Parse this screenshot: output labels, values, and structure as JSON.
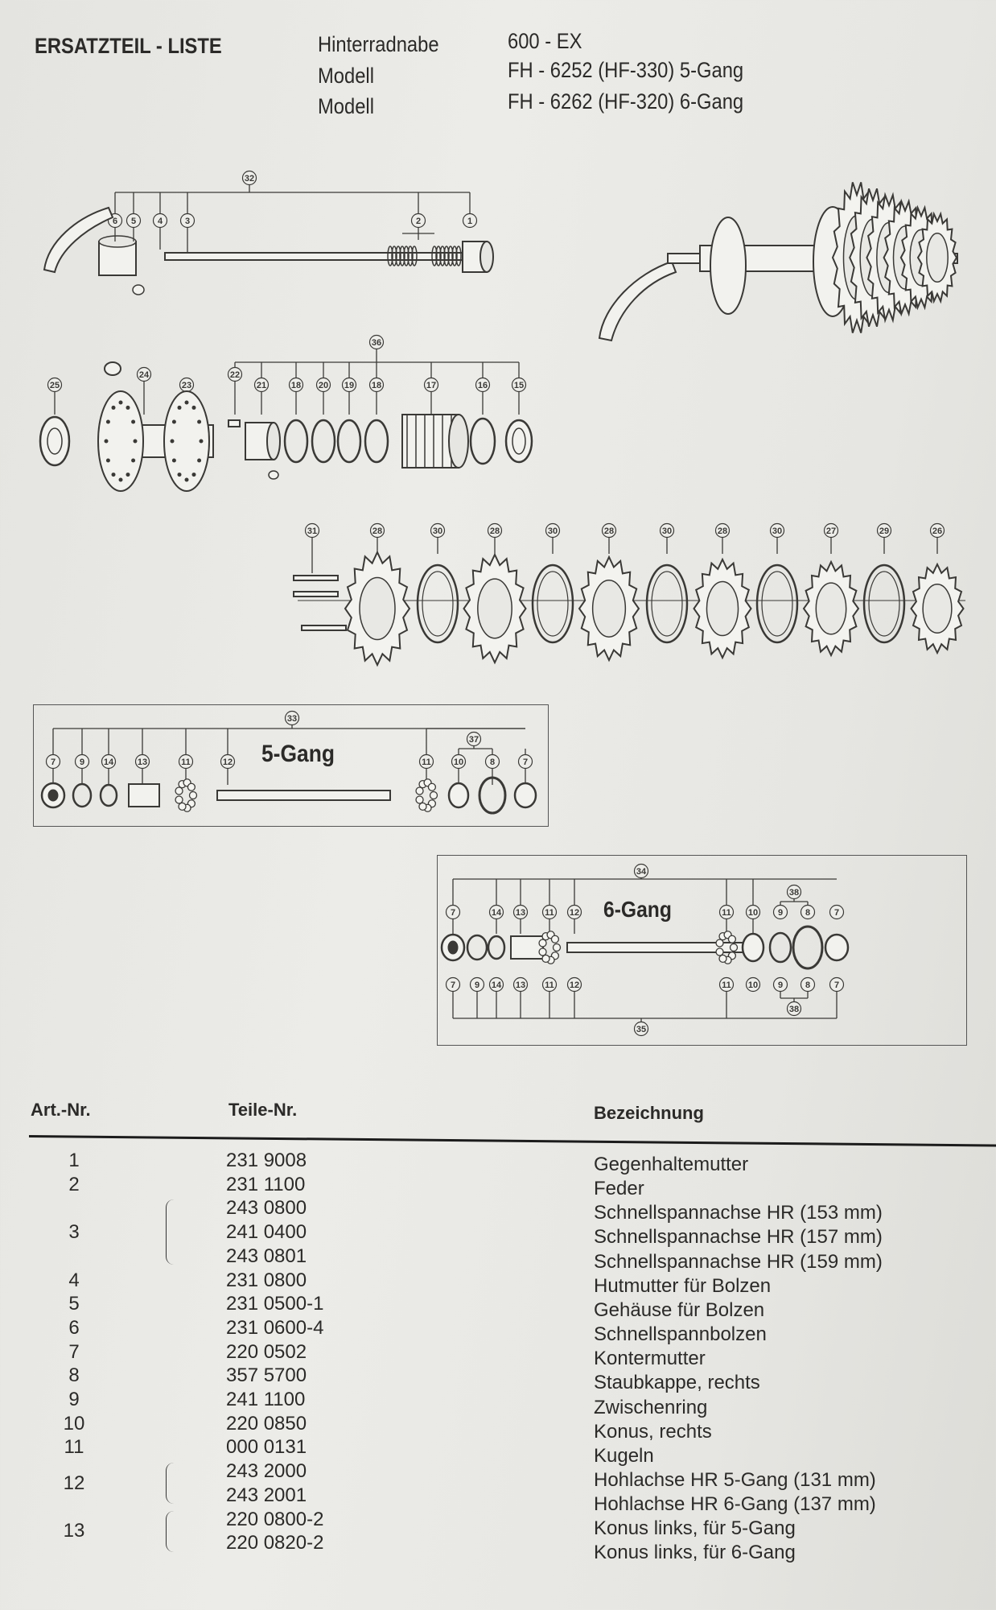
{
  "header": {
    "title": "ERSATZTEIL - LISTE",
    "labels": [
      "Hinterradnabe",
      "Modell",
      "Modell"
    ],
    "values": [
      "600 - EX",
      "FH - 6252 (HF-330) 5-Gang",
      "FH - 6262 (HF-320) 6-Gang"
    ]
  },
  "diagrams": {
    "quick_release_callouts": [
      "32",
      "6",
      "5",
      "4",
      "3",
      "2",
      "1"
    ],
    "hub_callouts": [
      "36",
      "25",
      "24",
      "23",
      "22",
      "21",
      "18",
      "20",
      "19",
      "18",
      "17",
      "16",
      "15"
    ],
    "sprocket_callouts": [
      "31",
      "28",
      "30",
      "28",
      "30",
      "28",
      "30",
      "28",
      "30",
      "27",
      "29",
      "26"
    ],
    "five_speed": {
      "label": "5-Gang",
      "callouts": [
        "33",
        "7",
        "9",
        "14",
        "13",
        "11",
        "12",
        "37",
        "11",
        "10",
        "8",
        "7"
      ]
    },
    "six_speed": {
      "label": "6-Gang",
      "top_callouts": [
        "34",
        "7",
        "14",
        "13",
        "11",
        "12",
        "11",
        "10",
        "9",
        "8",
        "7",
        "38"
      ],
      "bottom_callouts": [
        "35",
        "7",
        "9",
        "14",
        "13",
        "11",
        "12",
        "11",
        "10",
        "9",
        "8",
        "7",
        "38"
      ]
    }
  },
  "table": {
    "headers": {
      "art": "Art.-Nr.",
      "teile": "Teile-Nr.",
      "bez": "Bezeichnung"
    },
    "groups": [
      {
        "art": "1",
        "parts": [
          {
            "nr": "231 9008",
            "desc": "Gegenhaltemutter"
          }
        ]
      },
      {
        "art": "2",
        "parts": [
          {
            "nr": "231 1100",
            "desc": "Feder"
          }
        ]
      },
      {
        "art": "3",
        "parts": [
          {
            "nr": "243 0800",
            "desc": "Schnellspannachse HR (153 mm)"
          },
          {
            "nr": "241 0400",
            "desc": "Schnellspannachse HR (157 mm)"
          },
          {
            "nr": "243 0801",
            "desc": "Schnellspannachse HR (159 mm)"
          }
        ]
      },
      {
        "art": "4",
        "parts": [
          {
            "nr": "231 0800",
            "desc": "Hutmutter für Bolzen"
          }
        ]
      },
      {
        "art": "5",
        "parts": [
          {
            "nr": "231 0500-1",
            "desc": "Gehäuse für Bolzen"
          }
        ]
      },
      {
        "art": "6",
        "parts": [
          {
            "nr": "231 0600-4",
            "desc": "Schnellspannbolzen"
          }
        ]
      },
      {
        "art": "7",
        "parts": [
          {
            "nr": "220 0502",
            "desc": "Kontermutter"
          }
        ]
      },
      {
        "art": "8",
        "parts": [
          {
            "nr": "357 5700",
            "desc": "Staubkappe, rechts"
          }
        ]
      },
      {
        "art": "9",
        "parts": [
          {
            "nr": "241 1100",
            "desc": "Zwischenring"
          }
        ]
      },
      {
        "art": "10",
        "parts": [
          {
            "nr": "220 0850",
            "desc": "Konus, rechts"
          }
        ]
      },
      {
        "art": "11",
        "parts": [
          {
            "nr": "000 0131",
            "desc": "Kugeln"
          }
        ]
      },
      {
        "art": "12",
        "parts": [
          {
            "nr": "243 2000",
            "desc": "Hohlachse HR 5-Gang (131 mm)"
          },
          {
            "nr": "243 2001",
            "desc": "Hohlachse HR 6-Gang (137 mm)"
          }
        ]
      },
      {
        "art": "13",
        "parts": [
          {
            "nr": "220 0800-2",
            "desc": "Konus links, für 5-Gang"
          },
          {
            "nr": "220 0820-2",
            "desc": "Konus links, für 6-Gang"
          }
        ]
      }
    ]
  }
}
